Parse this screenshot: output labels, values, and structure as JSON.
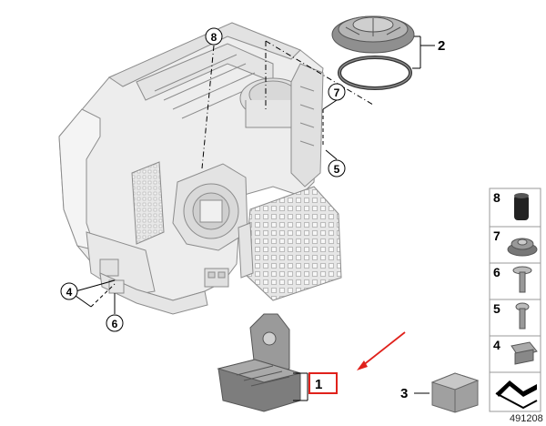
{
  "callouts": {
    "c8": "8",
    "c7": "7",
    "c5": "5",
    "c4": "4",
    "c6": "6"
  },
  "brackets": {
    "b2": "2",
    "b1": "1",
    "b3": "3"
  },
  "legend": {
    "items": [
      "8",
      "7",
      "6",
      "5",
      "4"
    ]
  },
  "reference_code": "491208",
  "colors": {
    "highlight": "#e0211b",
    "arrow": "#e0211b",
    "housing_fill": "#ebebeb",
    "line": "#000000"
  },
  "icons": [
    "headlight-housing-icon",
    "cover-cap-icon",
    "seal-ring-icon",
    "bracket-part-icon",
    "bush-icon",
    "grommet-icon",
    "screw-icon",
    "clip-nut-icon",
    "small-box-icon",
    "exploded-view-icon"
  ]
}
